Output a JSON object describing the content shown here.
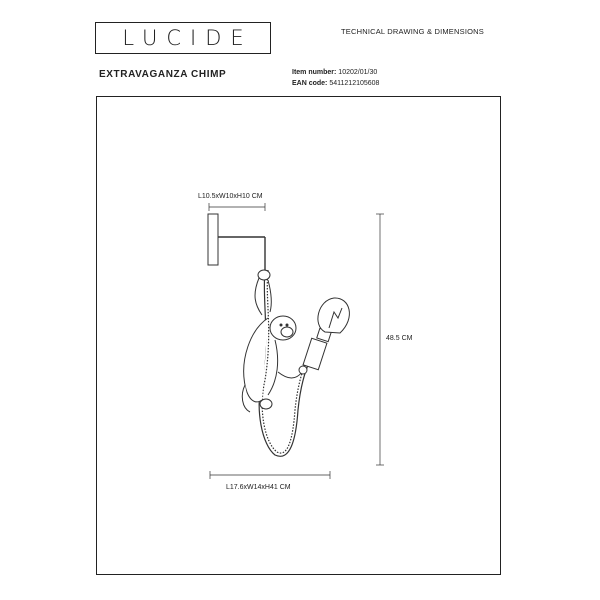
{
  "header": {
    "logo_text": "LUCIDE",
    "doc_type": "TECHNICAL DRAWING & DIMENSIONS"
  },
  "product": {
    "name": "EXTRAVAGANZA CHIMP",
    "item_number_label": "Item number:",
    "item_number_value": "10202/01/30",
    "ean_label": "EAN code:",
    "ean_value": "5411212105608"
  },
  "dimensions": {
    "top_label": "L10.5xW10xH10 CM",
    "height_label": "48.5 CM",
    "bottom_label": "L17.6xW14xH41 CM"
  }
}
